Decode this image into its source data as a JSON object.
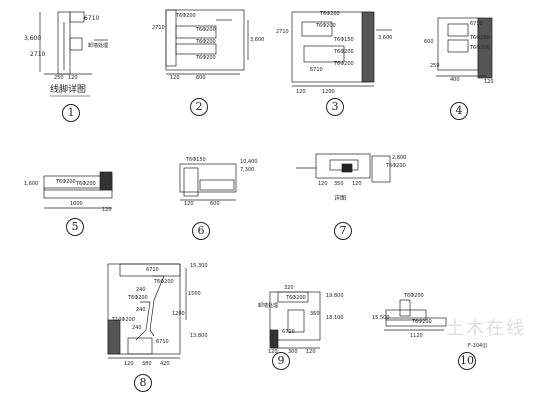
{
  "sheet": {
    "watermark": "土木在线",
    "details": [
      {
        "id": 1,
        "title": "线脚详图",
        "texts": [
          "6710",
          "3,600",
          "2710",
          "250",
          "120",
          "卸墙处理"
        ]
      },
      {
        "id": 2,
        "texts": [
          "T6Φ200",
          "T6Φ200",
          "T6Φ200",
          "2710",
          "3,600",
          "120",
          "600",
          "T6Φ200"
        ]
      },
      {
        "id": 3,
        "texts": [
          "T6Φ200",
          "T6Φ200",
          "T6Φ150",
          "T6Φ200",
          "T6Φ200",
          "2710",
          "3,600",
          "1200",
          "120",
          "6710"
        ]
      },
      {
        "id": 4,
        "texts": [
          "6710",
          "T6Φ200",
          "T6Φ200",
          "600",
          "400",
          "250",
          "120"
        ]
      },
      {
        "id": 5,
        "texts": [
          "1,600",
          "T6Φ200",
          "T6Φ200",
          "1000",
          "120"
        ]
      },
      {
        "id": 6,
        "texts": [
          "T6Φ150",
          "10,400",
          "7,300",
          "120",
          "600"
        ]
      },
      {
        "id": 7,
        "title": "详图",
        "texts": [
          "2,800",
          "120",
          "350",
          "120",
          "T6Φ200"
        ]
      },
      {
        "id": 8,
        "texts": [
          "6710",
          "15,300",
          "T6Φ200",
          "T6Φ200",
          "240",
          "240",
          "T10Φ200",
          "1500",
          "1200",
          "240",
          "13,800",
          "6710",
          "120",
          "380",
          "420"
        ]
      },
      {
        "id": 9,
        "texts": [
          "320",
          "T6Φ200",
          "19,800",
          "360",
          "18,100",
          "6710",
          "120",
          "300",
          "120",
          "卸墙处理"
        ]
      },
      {
        "id": 10,
        "texts": [
          "T6Φ200",
          "15,500",
          "T6Φ200",
          "1120",
          "F-104(J)"
        ]
      }
    ]
  }
}
